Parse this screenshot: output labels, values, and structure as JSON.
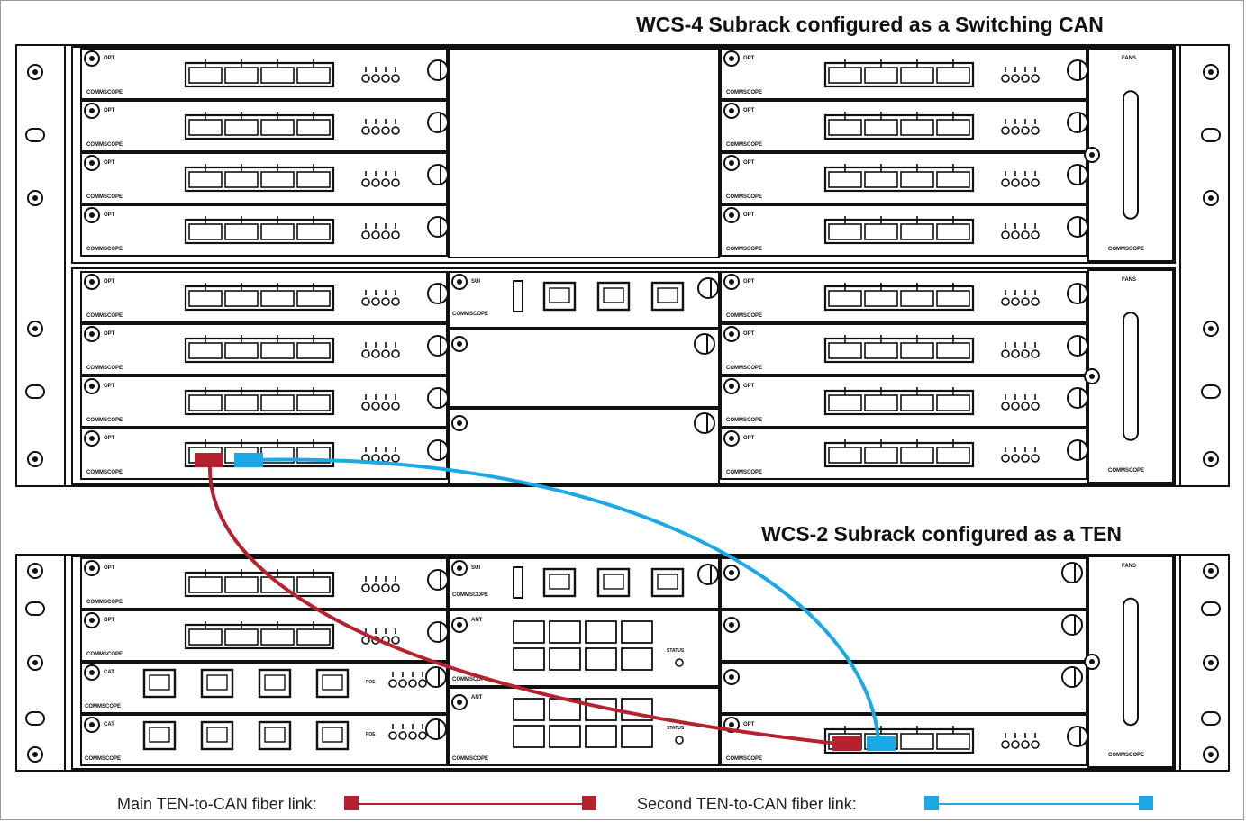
{
  "titles": {
    "top": "WCS-4 Subrack configured as a Switching CAN",
    "bottom": "WCS-2 Subrack configured as a TEN"
  },
  "module_labels": {
    "opt": "OPT",
    "cat": "CAT",
    "sui": "SUI",
    "ant": "ANT",
    "fans": "FANS",
    "status": "STATUS",
    "poe": "POE",
    "brand": "COMMSCOPE"
  },
  "legend": {
    "main_label": "Main TEN-to-CAN fiber link:",
    "second_label": "Second TEN-to-CAN fiber link:"
  },
  "colors": {
    "main_link": "#b5212f",
    "second_link": "#1aa9e6",
    "line_art": "#111111"
  }
}
